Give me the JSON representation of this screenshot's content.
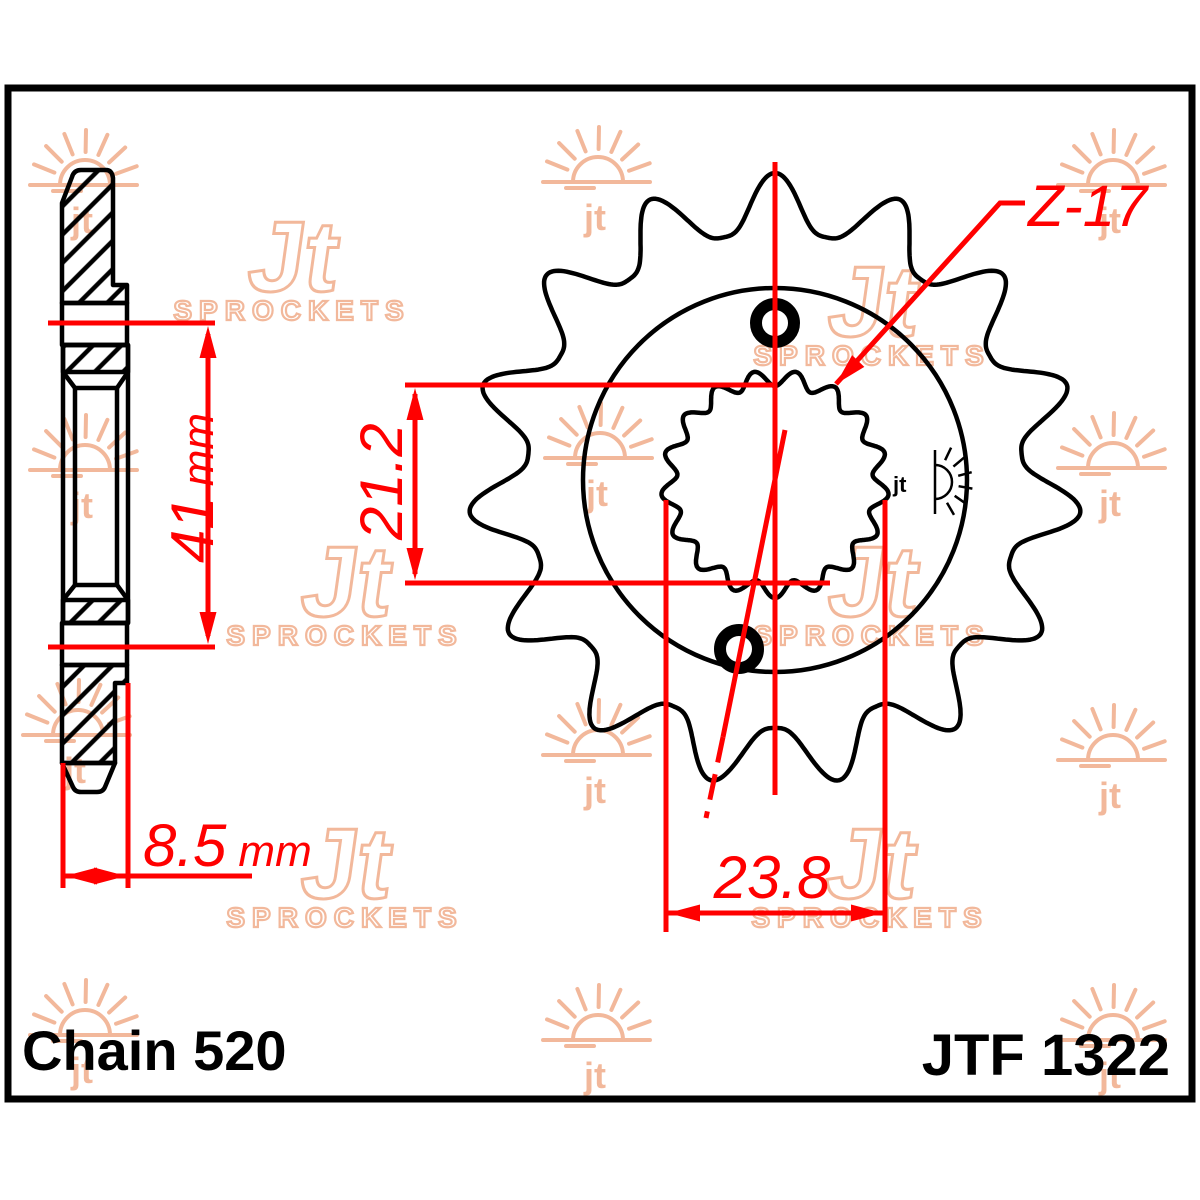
{
  "colors": {
    "background": "#ffffff",
    "line_black": "#000000",
    "dimension_red": "#ff0000",
    "watermark_peach": "#f2b596"
  },
  "labels": {
    "chain_size": "Chain 520",
    "part_number": "JTF 1322"
  },
  "dimensions": {
    "hub_length": {
      "value": "41",
      "unit": "mm"
    },
    "hub_offset": {
      "value": "8.5",
      "unit": "mm"
    },
    "bore_flat_height": {
      "value": "21.2"
    },
    "bore_width": {
      "value": "23.8"
    },
    "tooth_count": {
      "value": "Z-17"
    }
  },
  "watermark": {
    "sun_mark_text": "jt",
    "logo_main": "Jt",
    "logo_sub": "SPROCKETS"
  }
}
